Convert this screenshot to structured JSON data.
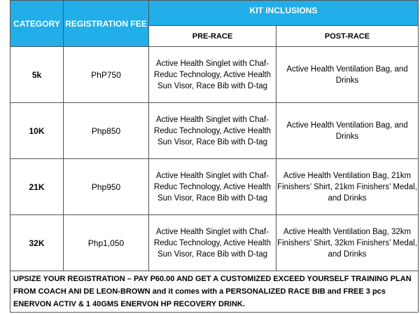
{
  "header": {
    "category": "CATEGORY",
    "fee": "REGISTRATION FEE",
    "kit": "KIT INCLUSIONS",
    "pre_race": "PRE-RACE",
    "post_race": "POST-RACE"
  },
  "rows": [
    {
      "category": "5k",
      "fee": "PhP750",
      "pre": "Active Health Singlet with Chaf-Reduc Technology, Active Health Sun Visor, Race Bib with D-tag",
      "post": "Active Health Ventilation Bag, and Drinks"
    },
    {
      "category": "10K",
      "fee": "Php850",
      "pre": "Active Health Singlet with Chaf-Reduc Technology, Active Health Sun Visor, Race Bib with D-tag",
      "post": "Active Health Ventilation Bag, and Drinks"
    },
    {
      "category": "21K",
      "fee": "Php950",
      "pre": "Active Health Singlet with Chaf-Reduc Technology, Active Health Sun Visor, Race Bib with D-tag",
      "post": "Active Health Ventilation Bag, 21km Finishers’ Shirt, 21km Finishers’ Medal, and Drinks"
    },
    {
      "category": "32K",
      "fee": "Php1,050",
      "pre": "Active Health Singlet with Chaf-Reduc Technology, Active Health Sun Visor, Race Bib with D-tag",
      "post": "Active Health Ventilation Bag, 32km Finishers’ Shirt, 32km Finishers’ Medal, and Drinks"
    }
  ],
  "footer": "UPSIZE YOUR REGISTRATION – PAY P60.00 AND GET A CUSTOMIZED EXCEED YOURSELF TRAINING PLAN FROM COACH ANI DE LEON-BROWN and it comes with a PERSONALIZED RACE BIB and FREE 3 pcs ENERVON ACTIV & 1 40GMS ENERVON HP RECOVERY DRINK.",
  "colors": {
    "header_bg": "#22aee8",
    "header_text": "#ffffff",
    "border": "#555555"
  }
}
